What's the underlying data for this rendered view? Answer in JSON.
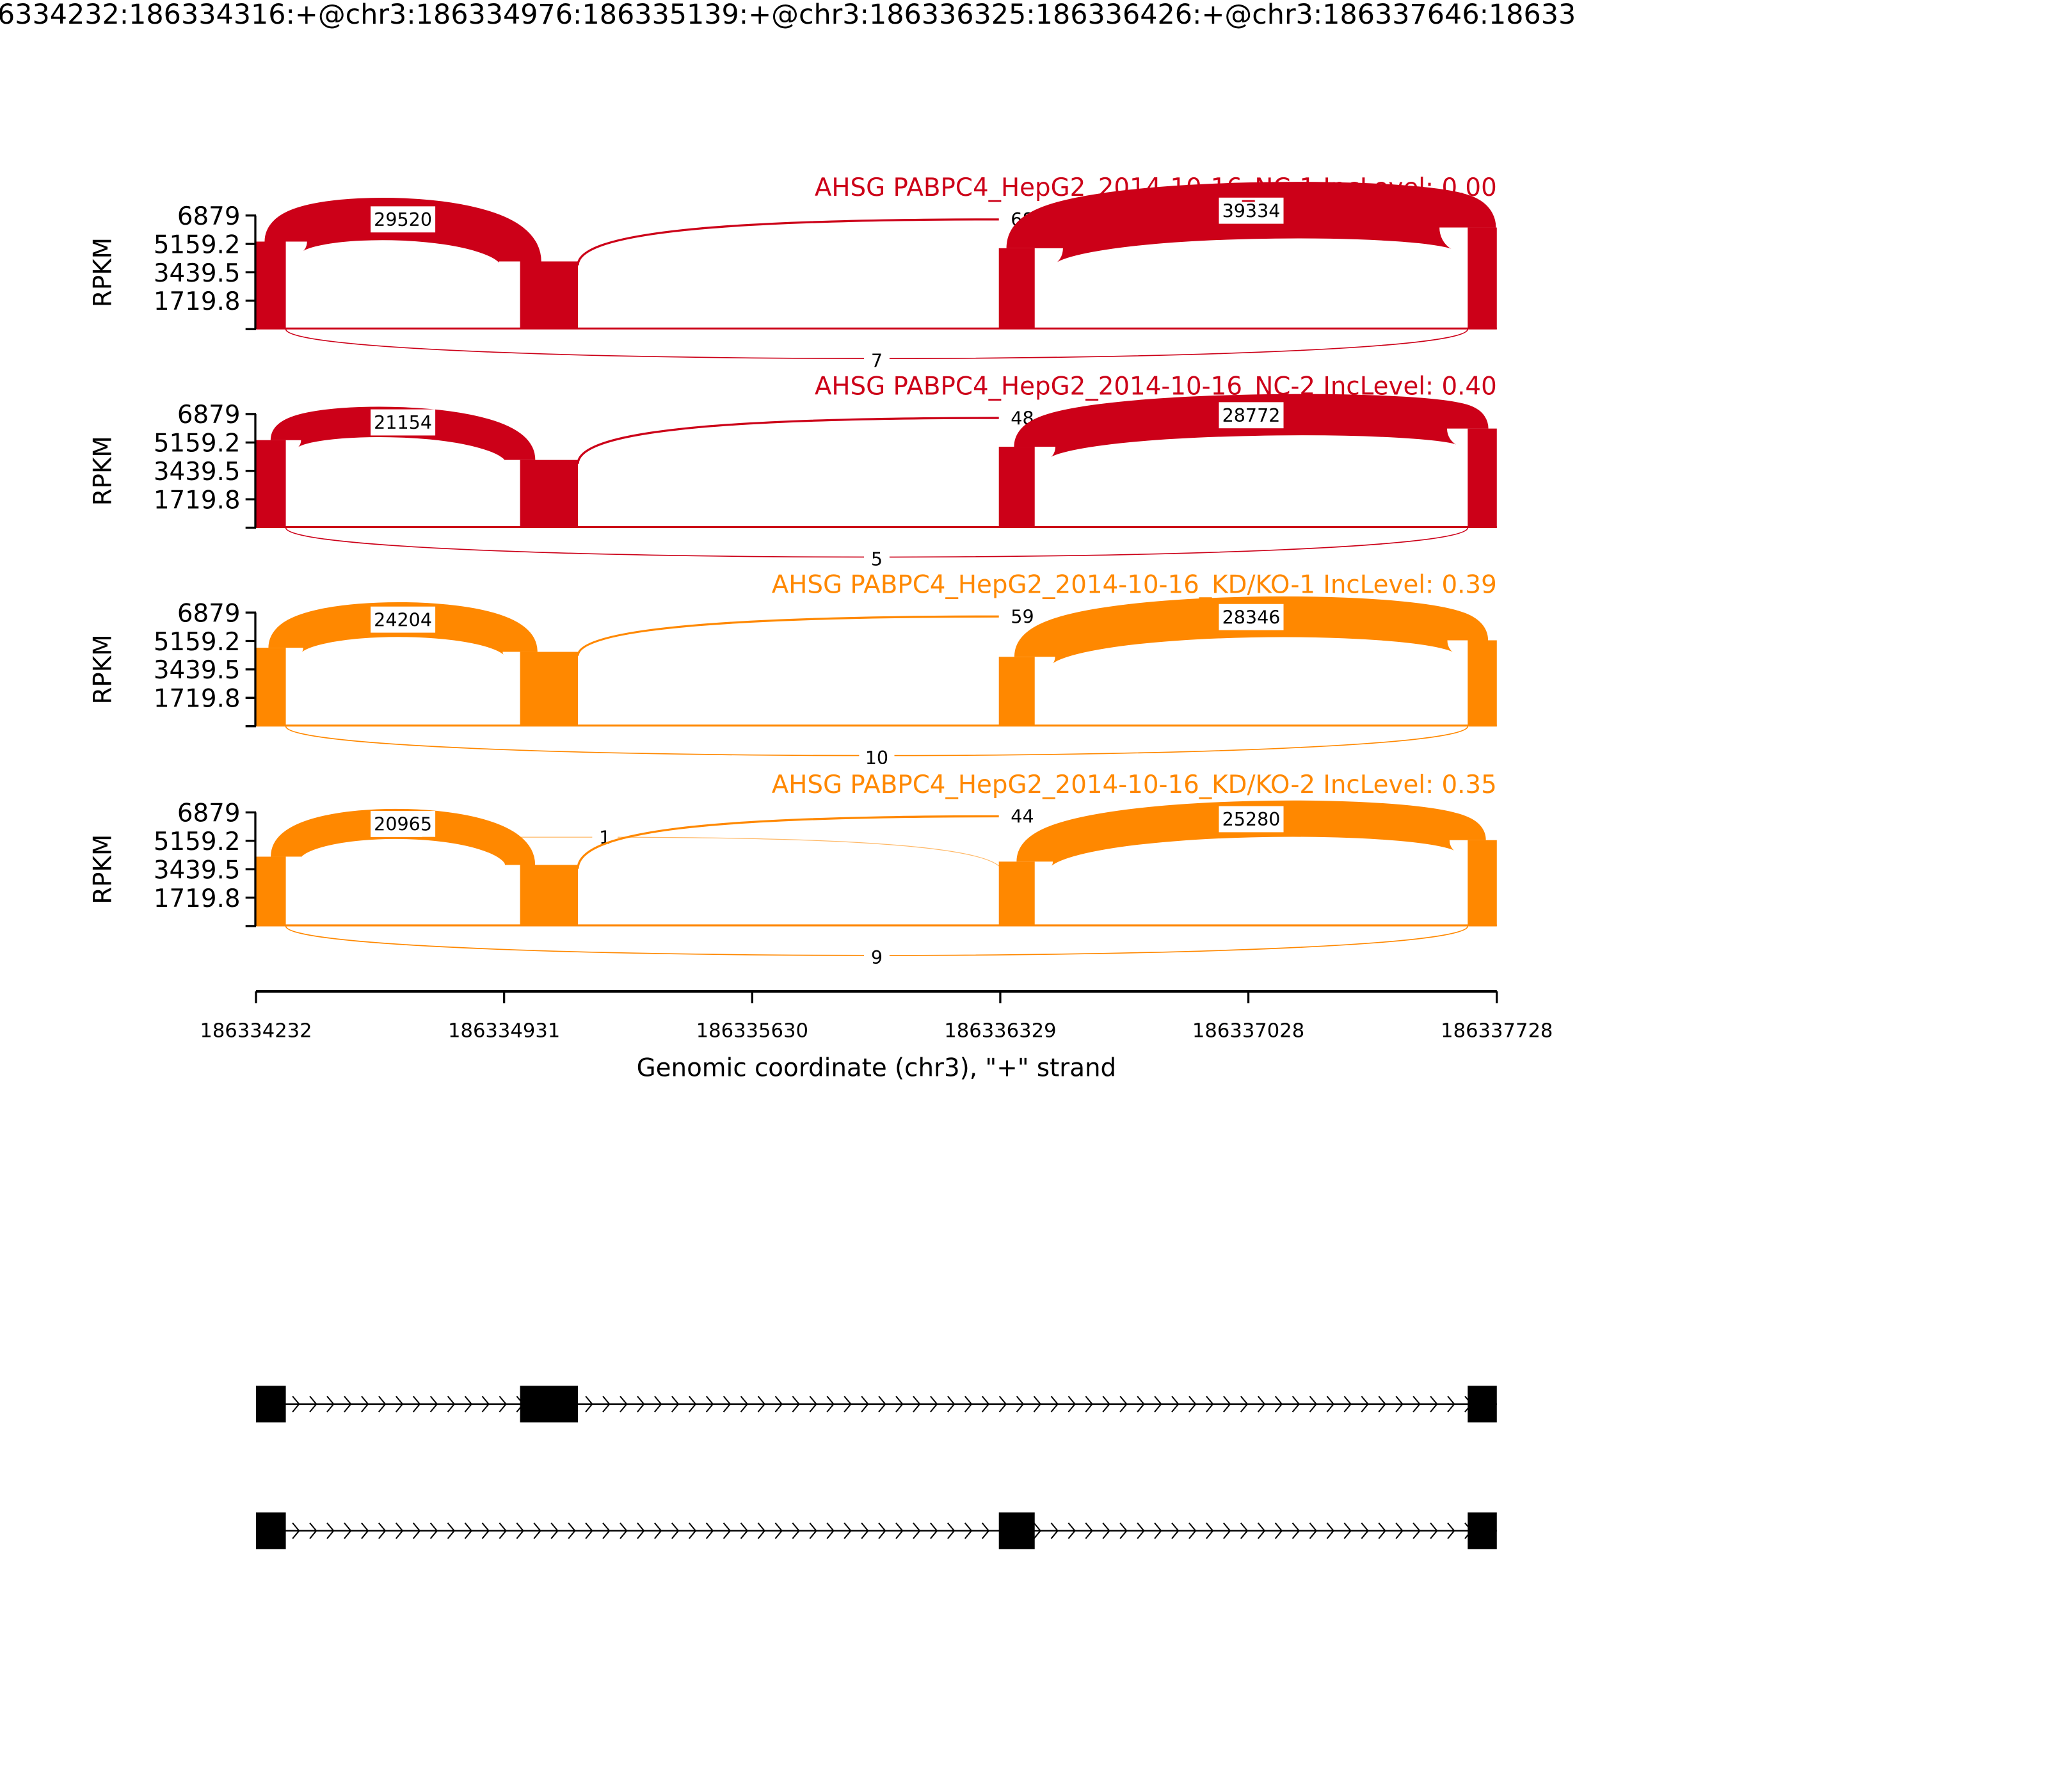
{
  "chart_data": {
    "type": "sashimi",
    "title": "6334232:186334316:+@chr3:186334976:186335139:+@chr3:186336325:186336426:+@chr3:186337646:18633",
    "xlabel": "Genomic coordinate (chr3), \"+\" strand",
    "ylabel": "RPKM",
    "xlim": [
      186334232,
      186337728
    ],
    "ylim": [
      0,
      6879
    ],
    "x_ticks": [
      "186334232",
      "186334931",
      "186335630",
      "186336329",
      "186337028",
      "186337728"
    ],
    "x_tick_values": [
      186334232,
      186334931,
      186335630,
      186336329,
      186337028,
      186337728
    ],
    "y_ticks": [
      "6879",
      "5159.2",
      "3439.5",
      "1719.8"
    ],
    "y_tick_values": [
      6879,
      5159.2,
      3439.5,
      1719.8,
      0
    ],
    "exons": [
      [
        186334232,
        186334316
      ],
      [
        186334976,
        186335139
      ],
      [
        186336325,
        186336426
      ],
      [
        186337646,
        186337728
      ]
    ],
    "panels": [
      {
        "label": "AHSG PABPC4_HepG2_2014-10-16_NC-1 IncLevel: 0.00",
        "color": "#cc0018",
        "exon_coverage_rpkm": [
          5300,
          4100,
          4900,
          6150
        ],
        "junctions": [
          {
            "from": 186334316,
            "to": 186334976,
            "count": 29520,
            "label": "29520",
            "side": "above"
          },
          {
            "from": 186335139,
            "to": 186336325,
            "count": 68,
            "label": "68",
            "side": "above"
          },
          {
            "from": 186336426,
            "to": 186337646,
            "count": 39334,
            "label": "39334",
            "side": "above"
          },
          {
            "from": 186334316,
            "to": 186337646,
            "count": 7,
            "label": "7",
            "side": "below"
          }
        ]
      },
      {
        "label": "AHSG PABPC4_HepG2_2014-10-16_NC-2 IncLevel: 0.40",
        "color": "#cc0018",
        "exon_coverage_rpkm": [
          5300,
          4100,
          4900,
          6000
        ],
        "junctions": [
          {
            "from": 186334316,
            "to": 186334976,
            "count": 21154,
            "label": "21154",
            "side": "above"
          },
          {
            "from": 186335139,
            "to": 186336325,
            "count": 48,
            "label": "48",
            "side": "above"
          },
          {
            "from": 186336426,
            "to": 186337646,
            "count": 28772,
            "label": "28772",
            "side": "above"
          },
          {
            "from": 186334316,
            "to": 186337646,
            "count": 5,
            "label": "5",
            "side": "below"
          }
        ]
      },
      {
        "label": "AHSG PABPC4_HepG2_2014-10-16_KD/KO-1 IncLevel: 0.39",
        "color": "#ff8800",
        "exon_coverage_rpkm": [
          4750,
          4500,
          4200,
          5200
        ],
        "junctions": [
          {
            "from": 186334316,
            "to": 186334976,
            "count": 24204,
            "label": "24204",
            "side": "above"
          },
          {
            "from": 186335139,
            "to": 186336325,
            "count": 59,
            "label": "59",
            "side": "above"
          },
          {
            "from": 186336426,
            "to": 186337646,
            "count": 28346,
            "label": "28346",
            "side": "above"
          },
          {
            "from": 186334316,
            "to": 186337646,
            "count": 10,
            "label": "10",
            "side": "below"
          }
        ]
      },
      {
        "label": "AHSG PABPC4_HepG2_2014-10-16_KD/KO-2 IncLevel: 0.35",
        "color": "#ff8800",
        "exon_coverage_rpkm": [
          4200,
          3700,
          3900,
          5200
        ],
        "junctions": [
          {
            "from": 186334316,
            "to": 186334976,
            "count": 20965,
            "label": "20965",
            "side": "above"
          },
          {
            "from": 186334700,
            "to": 186336325,
            "count": 1,
            "label": "1",
            "side": "above"
          },
          {
            "from": 186335139,
            "to": 186336325,
            "count": 44,
            "label": "44",
            "side": "above"
          },
          {
            "from": 186336426,
            "to": 186337646,
            "count": 25280,
            "label": "25280",
            "side": "above"
          },
          {
            "from": 186334316,
            "to": 186337646,
            "count": 9,
            "label": "9",
            "side": "below"
          }
        ]
      }
    ],
    "transcripts": [
      {
        "exons": [
          [
            186334232,
            186334316
          ],
          [
            186334976,
            186335139
          ],
          [
            186337646,
            186337728
          ]
        ]
      },
      {
        "exons": [
          [
            186334232,
            186334316
          ],
          [
            186336325,
            186336426
          ],
          [
            186337646,
            186337728
          ]
        ]
      }
    ]
  }
}
